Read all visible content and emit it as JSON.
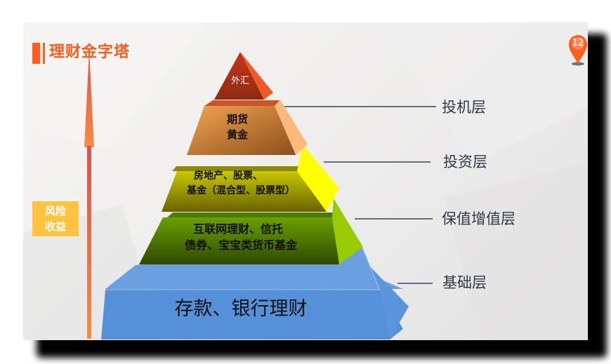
{
  "slide": {
    "title": "理财金字塔",
    "page_number": "12",
    "accent_color": "#ff5e1f"
  },
  "axis": {
    "label_line1": "风险",
    "label_line2": "收益",
    "arrow_direction": "up",
    "box_color": "#ffc33f"
  },
  "pyramid": {
    "tiers": [
      {
        "name": "外汇",
        "lines": [
          "外汇"
        ],
        "color": "#d9431e"
      },
      {
        "name": "期货黄金",
        "lines": [
          "期货",
          "黄金"
        ],
        "color": "#e0822e"
      },
      {
        "name": "房地产股票基金",
        "lines": [
          "房地产、股票、",
          "基金（混合型、股票型）"
        ],
        "color": "#b5b300"
      },
      {
        "name": "互联网理财",
        "lines": [
          "互联网理财、信托",
          "债券、宝宝类货币基金"
        ],
        "color": "#5a8a00"
      },
      {
        "name": "存款银行理财",
        "lines": [
          "存款、银行理财"
        ],
        "color": "#548dd4"
      }
    ]
  },
  "layers": [
    {
      "label": "投机层"
    },
    {
      "label": "投资层"
    },
    {
      "label": "保值增值层"
    },
    {
      "label": "基础层"
    }
  ]
}
